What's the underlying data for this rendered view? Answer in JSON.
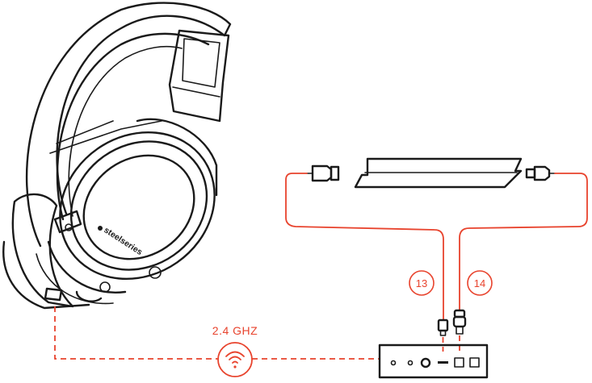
{
  "diagram": {
    "frequency_label": "2.4 GHZ",
    "headset_brand": "steelseries",
    "cable_badges": [
      {
        "id": "usb-cable",
        "number": "13"
      },
      {
        "id": "optical-cable",
        "number": "14"
      }
    ],
    "colors": {
      "cable": "#e8432d",
      "line_art": "#1a1a1a",
      "background": "#ffffff"
    },
    "icons": {
      "wireless": "wireless-signal-icon",
      "usb_plug": "usb-plug-icon",
      "optical_plug": "optical-plug-icon"
    }
  }
}
